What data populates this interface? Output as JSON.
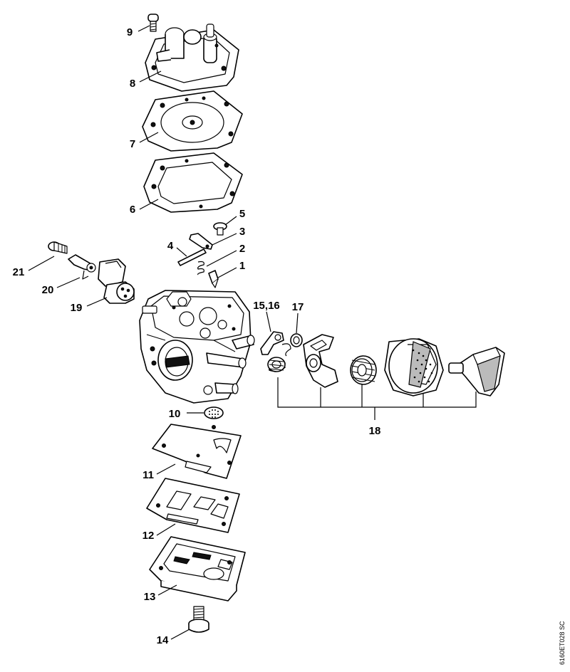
{
  "callouts": [
    {
      "id": "9",
      "text": "9"
    },
    {
      "id": "8",
      "text": "8"
    },
    {
      "id": "7",
      "text": "7"
    },
    {
      "id": "6",
      "text": "6"
    },
    {
      "id": "5",
      "text": "5"
    },
    {
      "id": "3",
      "text": "3"
    },
    {
      "id": "4",
      "text": "4"
    },
    {
      "id": "2",
      "text": "2"
    },
    {
      "id": "1",
      "text": "1"
    },
    {
      "id": "21",
      "text": "21"
    },
    {
      "id": "20",
      "text": "20"
    },
    {
      "id": "19",
      "text": "19"
    },
    {
      "id": "15_16",
      "text": "15,16"
    },
    {
      "id": "17",
      "text": "17"
    },
    {
      "id": "10",
      "text": "10"
    },
    {
      "id": "11",
      "text": "11"
    },
    {
      "id": "12",
      "text": "12"
    },
    {
      "id": "13",
      "text": "13"
    },
    {
      "id": "14",
      "text": "14"
    },
    {
      "id": "18",
      "text": "18"
    }
  ],
  "reference_code": "6160ET028 SC"
}
